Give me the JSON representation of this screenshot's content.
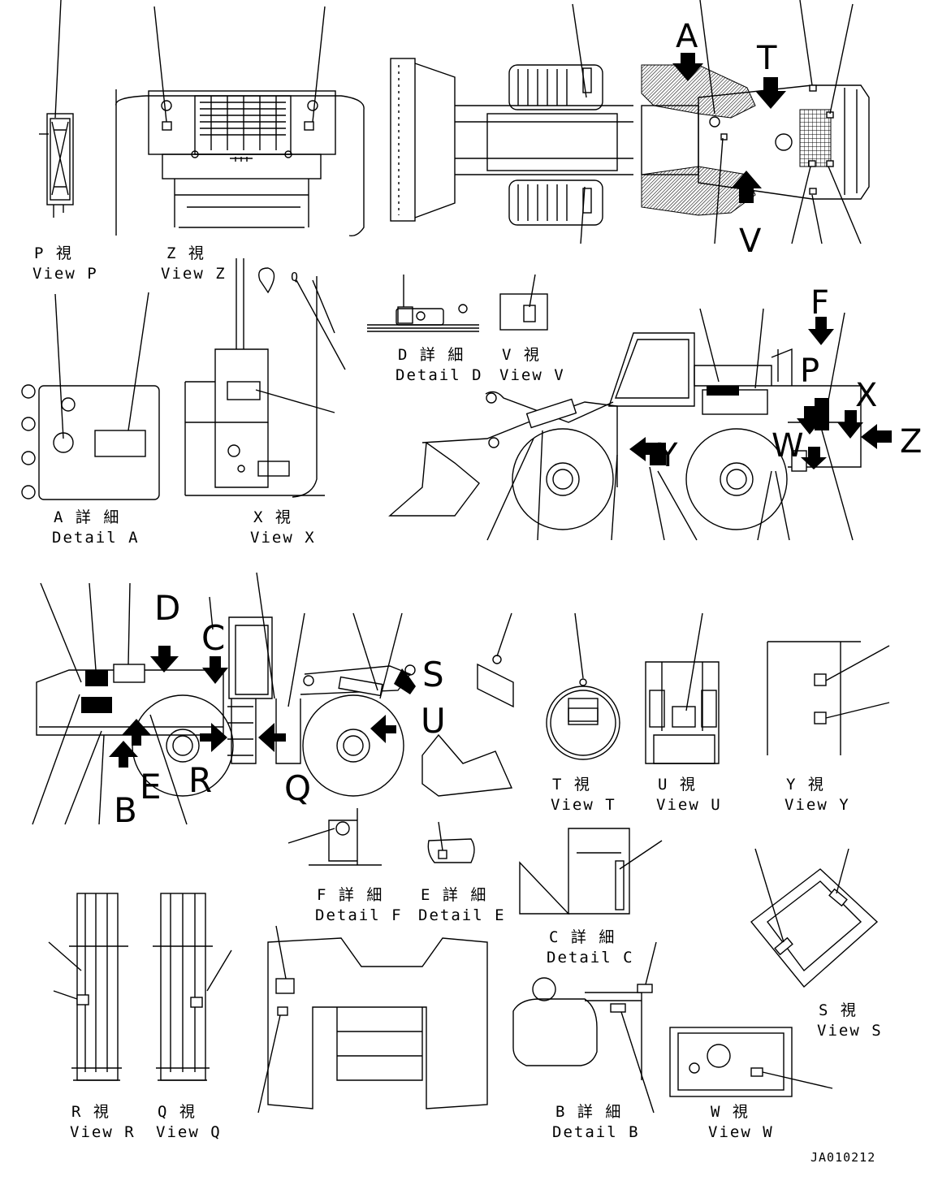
{
  "drawing_id": "JA010212",
  "callouts": {
    "A": "A",
    "T": "T",
    "V": "V",
    "F": "F",
    "P": "P",
    "X": "X",
    "Z": "Z",
    "W": "W",
    "Y": "Y",
    "D": "D",
    "C": "C",
    "S": "S",
    "U": "U",
    "E": "E",
    "R": "R",
    "B": "B",
    "Q": "Q"
  },
  "views": {
    "p": {
      "jp": "P 視",
      "en": "View P"
    },
    "z": {
      "jp": "Z 視",
      "en": "View Z"
    },
    "d": {
      "jp": "D 詳 細",
      "en": "Detail D"
    },
    "v": {
      "jp": "V 視",
      "en": "View V"
    },
    "a": {
      "jp": "A 詳 細",
      "en": "Detail A"
    },
    "x": {
      "jp": "X 視",
      "en": "View X"
    },
    "t": {
      "jp": "T 視",
      "en": "View T"
    },
    "u": {
      "jp": "U 視",
      "en": "View U"
    },
    "y": {
      "jp": "Y 視",
      "en": "View Y"
    },
    "f": {
      "jp": "F 詳 細",
      "en": "Detail F"
    },
    "e": {
      "jp": "E 詳 細",
      "en": "Detail E"
    },
    "c": {
      "jp": "C 詳 細",
      "en": "Detail C"
    },
    "s": {
      "jp": "S 視",
      "en": "View S"
    },
    "r": {
      "jp": "R 視",
      "en": "View R"
    },
    "q": {
      "jp": "Q 視",
      "en": "View Q"
    },
    "b": {
      "jp": "B 詳 細",
      "en": "Detail B"
    },
    "w": {
      "jp": "W 視",
      "en": "View W"
    }
  },
  "x_view_mark": "Q"
}
